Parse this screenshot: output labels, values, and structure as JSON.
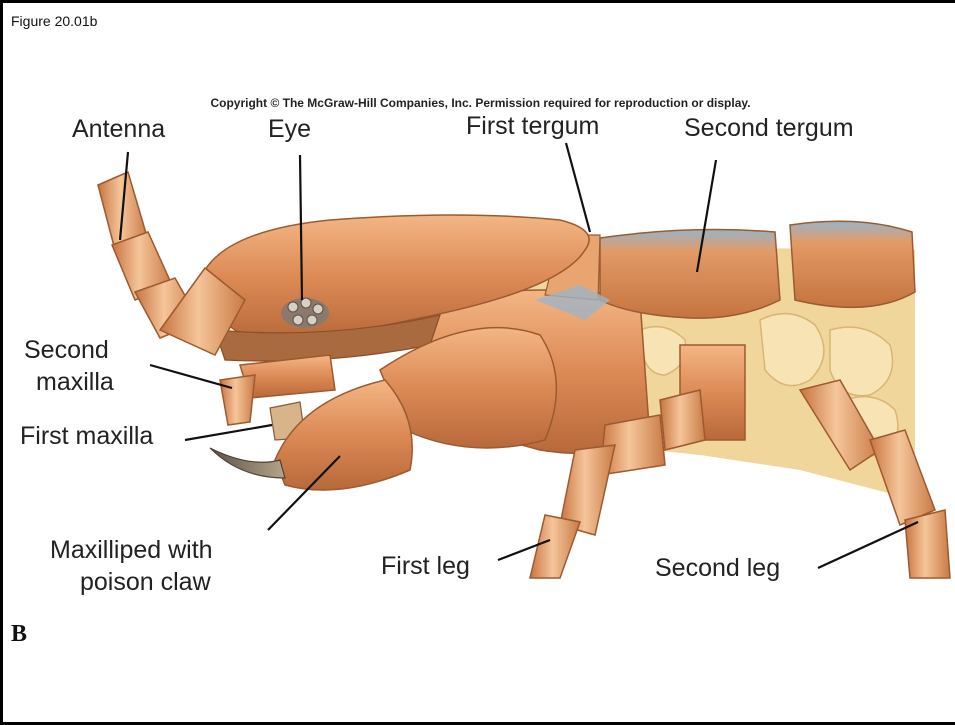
{
  "figure_label": "Figure 20.01b",
  "copyright": "Copyright © The McGraw-Hill Companies, Inc. Permission required for reproduction or display.",
  "panel_letter": "B",
  "labels": {
    "antenna": "Antenna",
    "eye": "Eye",
    "first_tergum": "First tergum",
    "second_tergum": "Second tergum",
    "second_maxilla_1": "Second",
    "second_maxilla_2": "maxilla",
    "first_maxilla": "First maxilla",
    "maxilliped_1": "Maxilliped with",
    "maxilliped_2": "poison claw",
    "first_leg": "First leg",
    "second_leg": "Second leg"
  },
  "colors": {
    "body": "#d98a55",
    "body_light": "#f0b27f",
    "body_dark": "#b86a3a",
    "membrane": "#f2d9a0",
    "claw": "#7c6a55"
  }
}
